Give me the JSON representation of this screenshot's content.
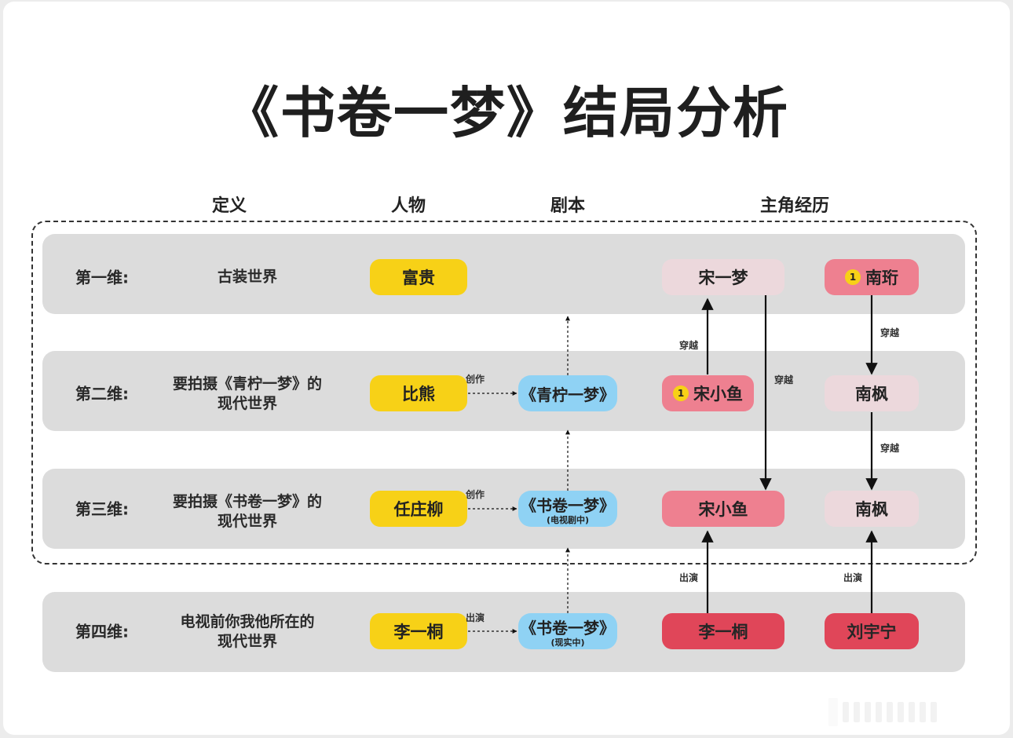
{
  "title": "《书卷一梦》结局分析",
  "columns": {
    "definition": "定义",
    "character": "人物",
    "script": "剧本",
    "protagonist": "主角经历"
  },
  "rows": [
    {
      "label": "第一维:",
      "definition_lines": [
        "古装世界"
      ],
      "character": "富贵"
    },
    {
      "label": "第二维:",
      "definition_lines": [
        "要拍摄《青柠一梦》的",
        "现代世界"
      ],
      "character": "比熊",
      "link": "创作",
      "script": {
        "title": "《青柠一梦》",
        "note": ""
      }
    },
    {
      "label": "第三维:",
      "definition_lines": [
        "要拍摄《书卷一梦》的",
        "现代世界"
      ],
      "character": "任庄柳",
      "link": "创作",
      "script": {
        "title": "《书卷一梦》",
        "note": "(电视剧中)"
      }
    },
    {
      "label": "第四维:",
      "definition_lines": [
        "电视前你我他所在的",
        "现代世界"
      ],
      "character": "李一桐",
      "link": "出演",
      "script": {
        "title": "《书卷一梦》",
        "note": "(现实中)"
      }
    }
  ],
  "journey": {
    "female": [
      "宋一梦",
      "宋小鱼",
      "宋小鱼",
      "李一桐"
    ],
    "male": [
      "南珩",
      "南枫",
      "南枫",
      "刘宇宁"
    ],
    "badge": "1",
    "edge_labels": {
      "cross_left": "穿越",
      "cross_long": "穿越",
      "cross_right_1": "穿越",
      "cross_right_2": "穿越",
      "act_left": "出演",
      "act_right": "出演"
    }
  },
  "colors": {
    "yellow": "#f7d117",
    "blue": "#8fd2f4",
    "faint_pink": "#ecd8dc",
    "pink": "#ee8090",
    "red": "#e04659",
    "band": "#dcdcdc"
  }
}
